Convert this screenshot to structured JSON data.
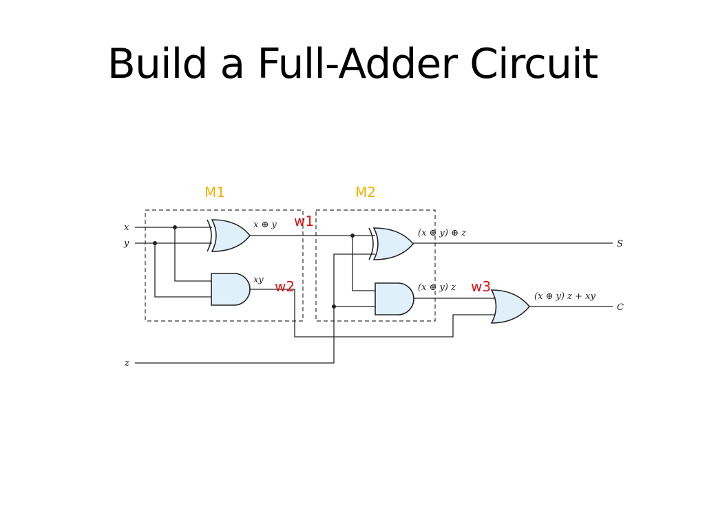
{
  "title": "Build a Full-Adder Circuit",
  "colors": {
    "module": "#f0b400",
    "wire_label": "#e01010",
    "gate_fill": "#dff0fb"
  },
  "modules": {
    "m1": "M1",
    "m2": "M2"
  },
  "wire_labels": {
    "w1": "w1",
    "w2": "w2",
    "w3": "w3"
  },
  "inputs": {
    "x": "x",
    "y": "y",
    "z": "z"
  },
  "outputs": {
    "s": "S",
    "c": "C"
  },
  "signals": {
    "xor1": "x ⊕ y",
    "and1": "xy",
    "xor2": "(x ⊕ y) ⊕ z",
    "and2": "(x ⊕ y) z",
    "or1": "(x ⊕ y) z + xy"
  }
}
